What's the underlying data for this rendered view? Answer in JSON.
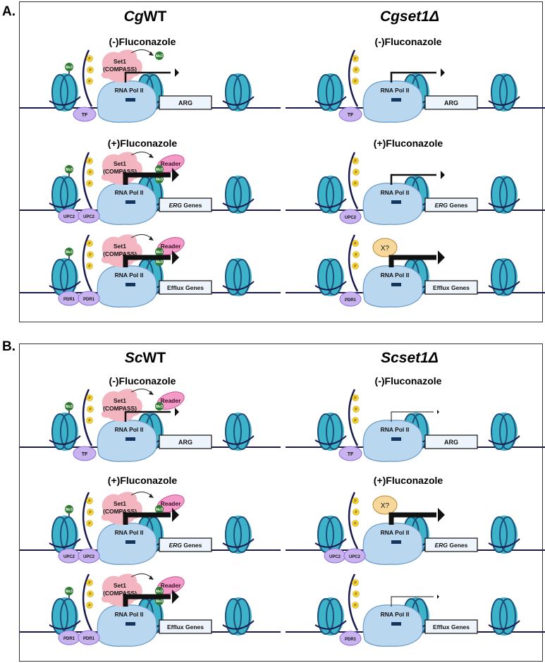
{
  "panel_a": {
    "label": "A.",
    "left_title_italic": "Cg",
    "left_title_rest": "WT",
    "right_title": "Cgset1Δ"
  },
  "panel_b": {
    "label": "B.",
    "left_title_italic": "Sc",
    "left_title_rest": "WT",
    "right_title": "Scset1Δ"
  },
  "conditions": {
    "minus": "(-)Fluconazole",
    "plus": "(+)Fluconazole"
  },
  "labels": {
    "polii": "RNA Pol II",
    "set1_a": "Set1",
    "set1_b": "(COMPASS)",
    "reader": "Reader",
    "me3": "Me3",
    "p": "P",
    "tf": "TF",
    "upc2": "UPC2",
    "pdr1": "PDR1",
    "x": "X?",
    "arg": "ARG",
    "erg_italic": "ERG",
    "erg_rest": " Genes",
    "efflux": "Efflux Genes"
  },
  "colors": {
    "nucleosome": "#3db3c9",
    "nucleosome_band": "#1d4f7a",
    "polii": "#b9d7ef",
    "set1": "#f3b6c0",
    "reader": "#f39ac9",
    "me3": "#2f7a31",
    "phospho": "#f5d43a",
    "tf": "#c8b3ef",
    "x_factor": "#f7d79a",
    "dna": "#1b1a4f"
  },
  "scenes": [
    {
      "id": "a-l1",
      "panel": "a",
      "side": "left",
      "gene": "arg",
      "tf": "tf",
      "set1": true,
      "reader": false,
      "dna_me3": true,
      "moved_me3": true,
      "arrow": "normal",
      "x_factor": false,
      "n_p": 3
    },
    {
      "id": "a-l2",
      "panel": "a",
      "side": "left",
      "gene": "erg",
      "tf": "upc2x2",
      "set1": true,
      "reader": true,
      "reader_me3": 2,
      "dna_me3": true,
      "arrow": "thick",
      "x_factor": false,
      "n_p": 3
    },
    {
      "id": "a-l3",
      "panel": "a",
      "side": "left",
      "gene": "efflux",
      "tf": "pdr1x2",
      "set1": true,
      "reader": true,
      "reader_me3": 2,
      "dna_me3": true,
      "arrow": "thick",
      "x_factor": false,
      "n_p": 3
    },
    {
      "id": "a-r1",
      "panel": "a",
      "side": "right",
      "gene": "arg",
      "tf": "tf",
      "set1": false,
      "reader": false,
      "dna_me3": false,
      "arrow": "normal",
      "x_factor": false,
      "n_p": 3
    },
    {
      "id": "a-r2",
      "panel": "a",
      "side": "right",
      "gene": "erg",
      "tf": "upc2",
      "set1": false,
      "reader": false,
      "dna_me3": false,
      "arrow": "normal",
      "x_factor": false,
      "n_p": 3
    },
    {
      "id": "a-r3",
      "panel": "a",
      "side": "right",
      "gene": "efflux",
      "tf": "pdr1",
      "set1": false,
      "reader": false,
      "dna_me3": false,
      "arrow": "thick",
      "x_factor": true,
      "n_p": 3
    },
    {
      "id": "b-l1",
      "panel": "b",
      "side": "left",
      "gene": "arg",
      "tf": "tf",
      "set1": true,
      "reader": true,
      "reader_me3": 1,
      "dna_me3": true,
      "arrow": "normal",
      "x_factor": false,
      "n_p": 3
    },
    {
      "id": "b-l2",
      "panel": "b",
      "side": "left",
      "gene": "erg",
      "tf": "upc2x2",
      "set1": true,
      "reader": true,
      "reader_me3": 1,
      "dna_me3": true,
      "arrow": "thick",
      "x_factor": false,
      "n_p": 3
    },
    {
      "id": "b-l3",
      "panel": "b",
      "side": "left",
      "gene": "efflux",
      "tf": "pdr1x2",
      "set1": true,
      "reader": true,
      "reader_me3": 2,
      "dna_me3": true,
      "arrow": "thick",
      "x_factor": false,
      "n_p": 3
    },
    {
      "id": "b-r1",
      "panel": "b",
      "side": "right",
      "gene": "arg",
      "tf": "tf",
      "set1": false,
      "reader": false,
      "dna_me3": false,
      "arrow": "thin",
      "x_factor": false,
      "n_p": 3
    },
    {
      "id": "b-r2",
      "panel": "b",
      "side": "right",
      "gene": "erg",
      "tf": "upc2x2",
      "set1": false,
      "reader": false,
      "dna_me3": false,
      "arrow": "thick",
      "x_factor": true,
      "n_p": 3
    },
    {
      "id": "b-r3",
      "panel": "b",
      "side": "right",
      "gene": "efflux",
      "tf": "pdr1",
      "set1": false,
      "reader": false,
      "dna_me3": false,
      "arrow": "thin",
      "x_factor": false,
      "n_p": 3
    }
  ]
}
